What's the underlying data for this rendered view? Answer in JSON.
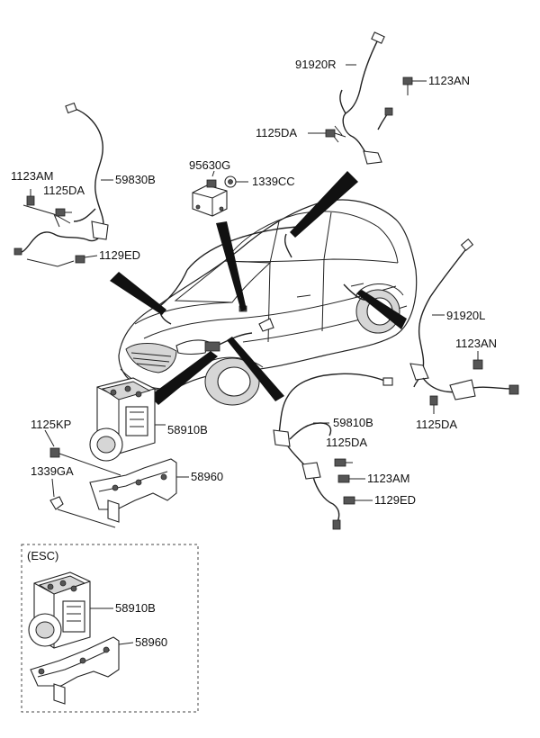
{
  "labels": {
    "p91920R": "91920R",
    "p1123AN_top": "1123AN",
    "p1125DA_top": "1125DA",
    "p95630G": "95630G",
    "p1339CC": "1339CC",
    "p1123AM_left": "1123AM",
    "p1125DA_left": "1125DA",
    "p59830B": "59830B",
    "p1129ED_left": "1129ED",
    "p91920L": "91920L",
    "p1123AN_right": "1123AN",
    "p1125DA_right": "1125DA",
    "p59810B": "59810B",
    "p1125DA_mid": "1125DA",
    "p1123AM_mid": "1123AM",
    "p1129ED_mid": "1129ED",
    "p1125KP": "1125KP",
    "p58910B": "58910B",
    "p1339GA": "1339GA",
    "p58960": "58960",
    "esc_title": "(ESC)",
    "p58910B_esc": "58910B",
    "p58960_esc": "58960"
  }
}
